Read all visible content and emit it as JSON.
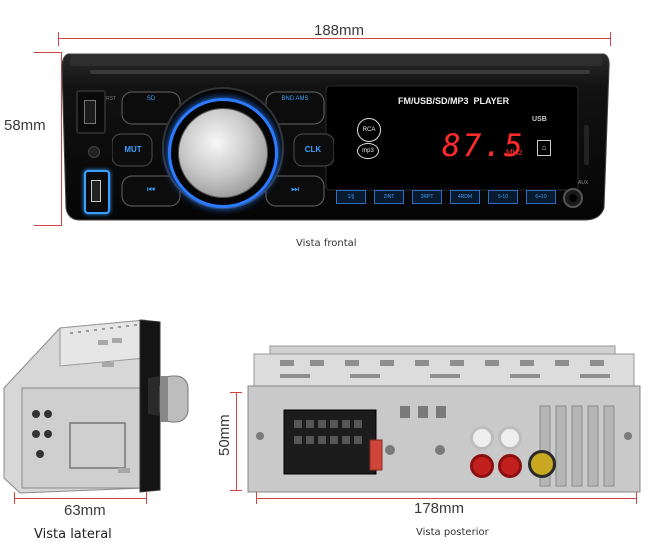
{
  "dimensions": {
    "front_width": "188mm",
    "front_height": "58mm",
    "side_depth": "63mm",
    "rear_width": "178mm",
    "rear_height": "50mm"
  },
  "captions": {
    "front": "Vista frontal",
    "side": "Vista lateral",
    "rear": "Vista posterior"
  },
  "front_panel": {
    "player_label": "FM/USB/SD/MP3  PLAYER",
    "frequency": "87.5",
    "frequency_unit": "MHz",
    "rca_badge": "RCA",
    "mp3_badge": "mp3",
    "usb_badge": "USB",
    "aux_label": "AUX",
    "rst_label": "RST",
    "buttons": {
      "sd": "SD",
      "band_ams": "BND AMS",
      "mut": "MUT",
      "clk": "CLK",
      "prev": "⏮",
      "next": "⏭"
    },
    "presets": [
      "1/||",
      "2INT",
      "3RPT",
      "4RDM",
      "5-10",
      "6+10"
    ]
  },
  "colors": {
    "display_red": "#ff2a2a",
    "button_blue": "#3aa0ff",
    "dimension_line": "#d04444",
    "body_black": "#111111"
  }
}
